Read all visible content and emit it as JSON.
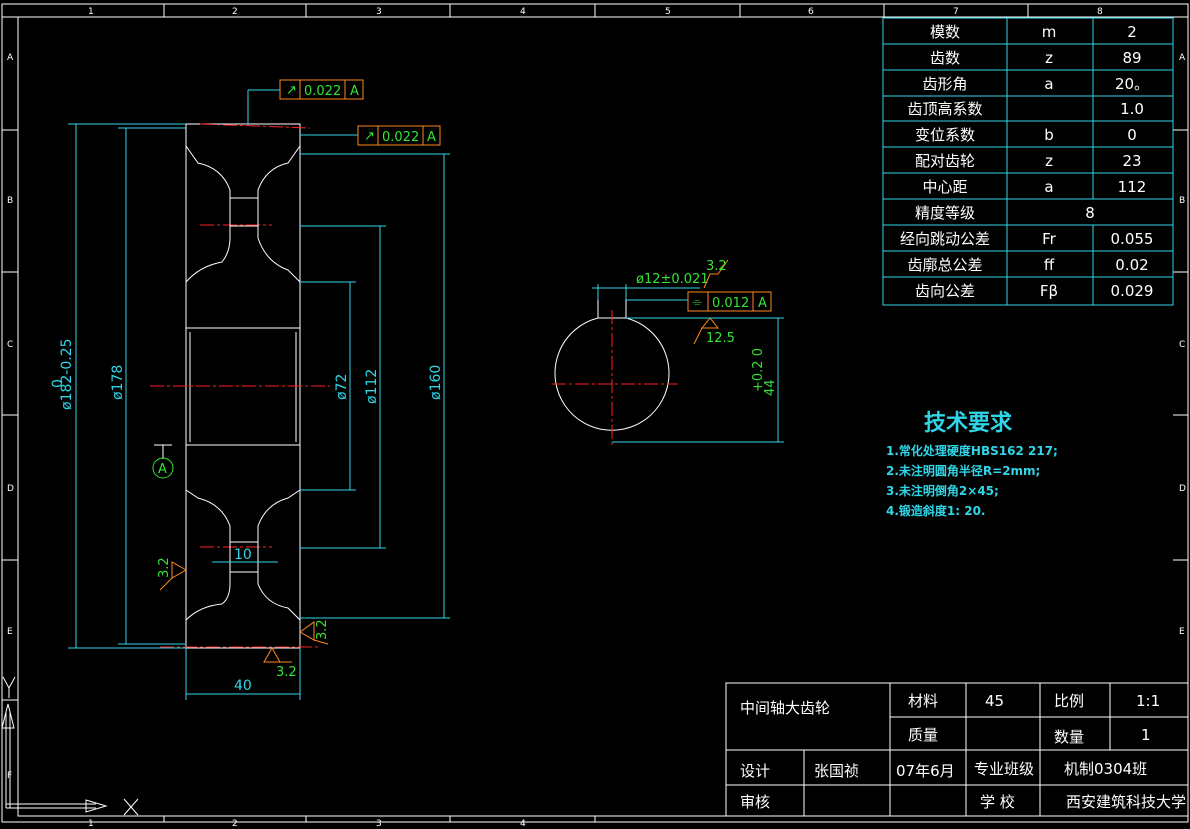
{
  "frame": {
    "col_marks": [
      "1",
      "2",
      "3",
      "4",
      "5",
      "6",
      "7",
      "8"
    ],
    "row_marks": [
      "A",
      "B",
      "C",
      "D",
      "E",
      "F"
    ]
  },
  "params": {
    "rows": [
      {
        "name": "模数",
        "sym": "m",
        "val": "2"
      },
      {
        "name": "齿数",
        "sym": "z",
        "val": "89"
      },
      {
        "name": "齿形角",
        "sym": "a",
        "val": "20。"
      },
      {
        "name": "齿顶高系数",
        "sym": "",
        "val": "1.0"
      },
      {
        "name": "变位系数",
        "sym": "b",
        "val": "0"
      },
      {
        "name": "配对齿轮",
        "sym": "z",
        "val": "23"
      },
      {
        "name": "中心距",
        "sym": "a",
        "val": "112"
      },
      {
        "name": "精度等级",
        "sym": "",
        "val": "8"
      },
      {
        "name": "经向跳动公差",
        "sym": "Fr",
        "val": "0.055"
      },
      {
        "name": "齿廓总公差",
        "sym": "ff",
        "val": "0.02"
      },
      {
        "name": "齿向公差",
        "sym": "Fβ",
        "val": "0.029"
      }
    ]
  },
  "dims": {
    "od": "ø182-0.25",
    "od_up": "0",
    "d178": "ø178",
    "d72": "ø72",
    "d112": "ø112",
    "d160": "ø160",
    "w10": "10",
    "w40": "40",
    "tol1": "0.022",
    "tol2": "0.022",
    "datum": "A",
    "rough1": "3.2",
    "rough2": "3.2",
    "rough3": "3.2",
    "key_w": "ø12±0.021",
    "key_tol": "0.012",
    "key_rough_top": "3.2",
    "key_rough_bot": "12.5",
    "key_depth": "44",
    "key_depth_tol": "+0.2 0"
  },
  "tech": {
    "title": "技术要求",
    "items": [
      "1.常化处理硬度HBS162 217;",
      "2.未注明圆角半径R=2mm;",
      "3.未注明倒角2×45;",
      "4.锻造斜度1: 20."
    ]
  },
  "title_block": {
    "part_name": "中间轴大齿轮",
    "material_label": "材料",
    "material": "45",
    "scale_label": "比例",
    "scale": "1:1",
    "mass_label": "质量",
    "qty_label": "数量",
    "qty": "1",
    "design_label": "设计",
    "designer": "张国祯",
    "date": "07年6月",
    "class_label": "专业班级",
    "class": "机制0304班",
    "review_label": "审核",
    "school_label": "学 校",
    "school": "西安建筑科技大学"
  }
}
